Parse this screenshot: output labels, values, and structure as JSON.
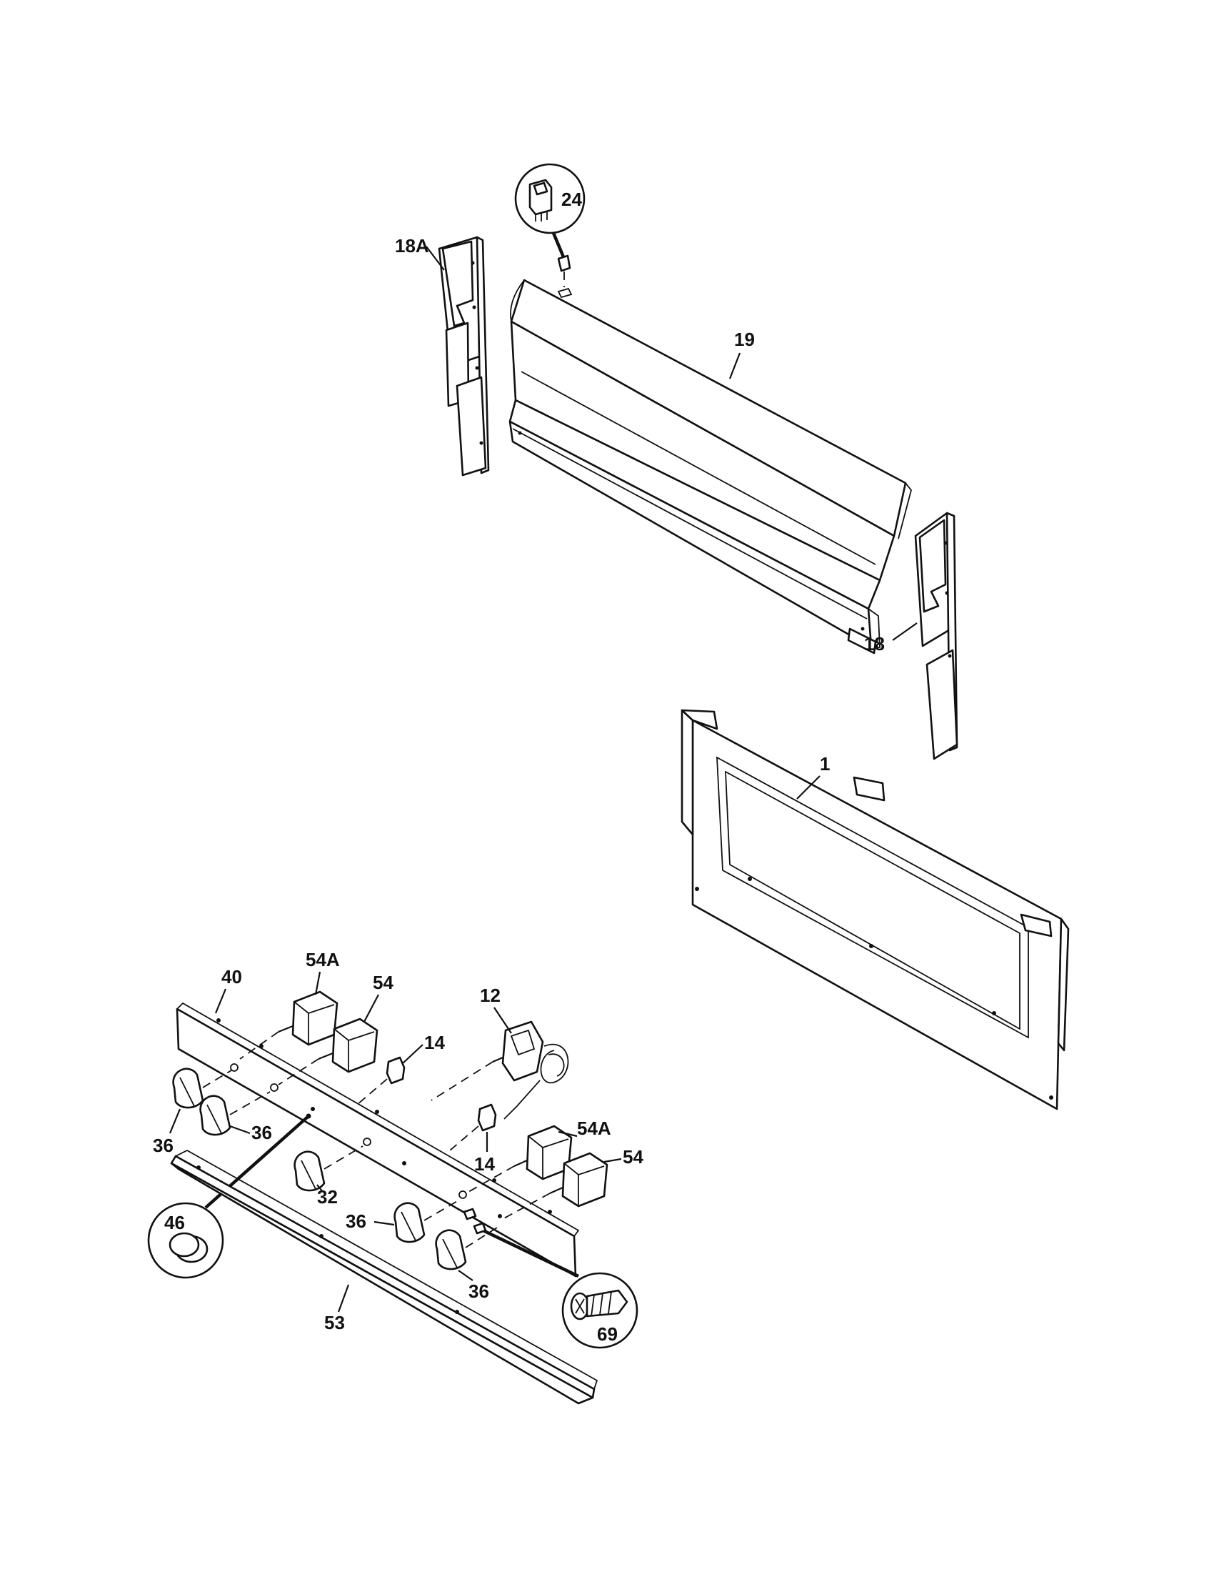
{
  "callouts": {
    "c24": "24",
    "c18A": "18A",
    "c19": "19",
    "c18": "18",
    "c1": "1",
    "c40": "40",
    "c54A_top": "54A",
    "c54_top": "54",
    "c12": "12",
    "c14_top": "14",
    "c14_low": "14",
    "c54A_right": "54A",
    "c54_right": "54",
    "c36_a": "36",
    "c36_b": "36",
    "c32": "32",
    "c36_c": "36",
    "c36_d": "36",
    "c46": "46",
    "c53": "53",
    "c69": "69"
  }
}
